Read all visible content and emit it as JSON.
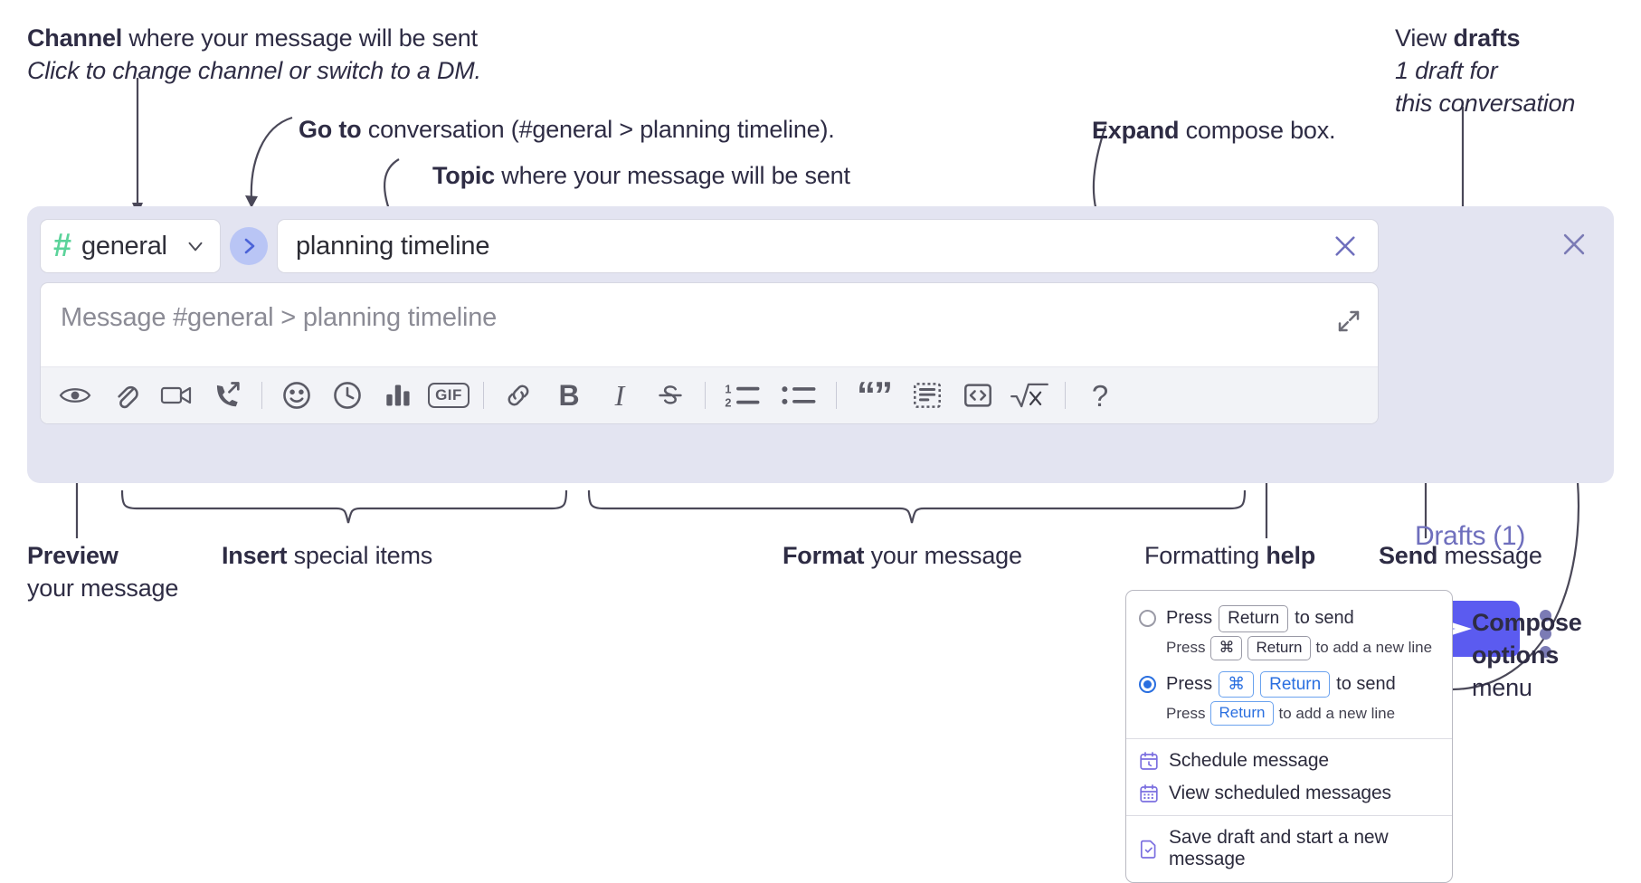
{
  "annotations": {
    "channel": {
      "line1_bold": "Channel",
      "line1_rest": " where your message will be sent",
      "line2": "Click to change channel or switch to a DM."
    },
    "goto": {
      "bold": "Go to",
      "rest": " conversation (#general > planning timeline)."
    },
    "topic": {
      "bold": "Topic",
      "rest": " where your message will be sent"
    },
    "expand": {
      "bold": "Expand",
      "rest": " compose box."
    },
    "drafts": {
      "line1_rest": "View ",
      "line1_bold": "drafts",
      "line2": "1 draft for",
      "line3": "this conversation"
    },
    "preview": {
      "bold": "Preview",
      "rest": "your message"
    },
    "insert": {
      "bold": "Insert",
      "rest": " special items"
    },
    "format": {
      "bold": "Format",
      "rest": " your message"
    },
    "help": {
      "rest": "Formatting ",
      "bold": "help"
    },
    "send": {
      "bold": "Send",
      "rest": " message"
    },
    "compose_options": {
      "line1": "Compose",
      "line2": "options",
      "line3": "menu"
    }
  },
  "compose": {
    "channel": {
      "hash": "#",
      "name": "general"
    },
    "topic": {
      "value": "planning timeline"
    },
    "message": {
      "placeholder": "Message #general > planning timeline"
    },
    "drafts_link": "Drafts (1)",
    "toolbar": {
      "gif_label": "GIF",
      "bold_label": "B",
      "italic_label": "I",
      "strike_label": "S",
      "help_label": "?",
      "quote_label": "“”"
    }
  },
  "options_menu": {
    "option1": {
      "selected": false,
      "main_pre": "Press",
      "main_key": "Return",
      "main_post": "to send",
      "sub_pre": "Press",
      "sub_key1": "⌘",
      "sub_key2": "Return",
      "sub_post": "to add a new line"
    },
    "option2": {
      "selected": true,
      "main_pre": "Press",
      "main_key1": "⌘",
      "main_key2": "Return",
      "main_post": "to send",
      "sub_pre": "Press",
      "sub_key": "Return",
      "sub_post": "to add a new line"
    },
    "items": [
      {
        "label": "Schedule message",
        "icon": "calendar-clock-icon"
      },
      {
        "label": "View scheduled messages",
        "icon": "calendar-grid-icon"
      },
      {
        "label": "Save draft and start a new message",
        "icon": "document-check-icon"
      }
    ]
  },
  "colors": {
    "widget_bg": "#e3e4f1",
    "send_button": "#5b5bf0",
    "hash_green": "#5bd39a",
    "drafts_purple": "#6f6fbd",
    "goto_blue": "#b9c5f5",
    "radio_blue": "#2a6fe0"
  }
}
